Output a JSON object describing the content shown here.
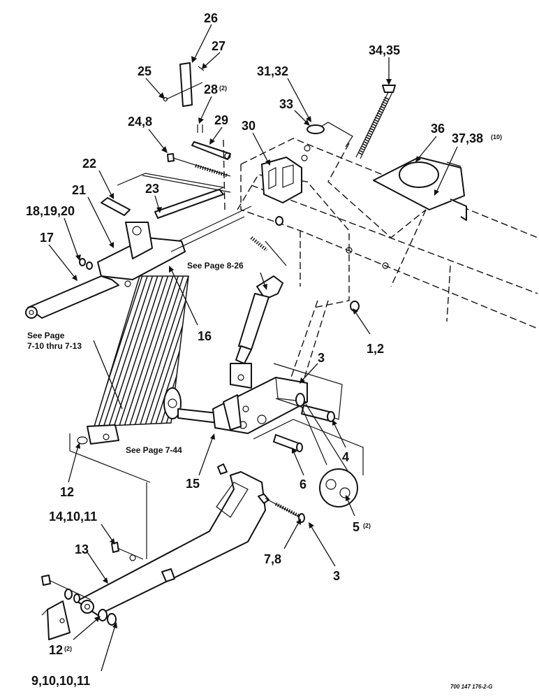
{
  "callouts": [
    {
      "id": "c26",
      "text": "26"
    },
    {
      "id": "c27",
      "text": "27"
    },
    {
      "id": "c25",
      "text": "25"
    },
    {
      "id": "c28",
      "text": "28",
      "qty": "(2)"
    },
    {
      "id": "c31",
      "text": "31,32"
    },
    {
      "id": "c34",
      "text": "34,35"
    },
    {
      "id": "c33",
      "text": "33"
    },
    {
      "id": "c24",
      "text": "24,8"
    },
    {
      "id": "c29",
      "text": "29"
    },
    {
      "id": "c30",
      "text": "30"
    },
    {
      "id": "c36",
      "text": "36"
    },
    {
      "id": "c37",
      "text": "37,38",
      "qty": "(10)"
    },
    {
      "id": "c22",
      "text": "22"
    },
    {
      "id": "c21",
      "text": "21"
    },
    {
      "id": "c23",
      "text": "23"
    },
    {
      "id": "c18",
      "text": "18,19,20"
    },
    {
      "id": "c17",
      "text": "17"
    },
    {
      "id": "c16",
      "text": "16"
    },
    {
      "id": "c1",
      "text": "1,2"
    },
    {
      "id": "c3a",
      "text": "3"
    },
    {
      "id": "c4",
      "text": "4"
    },
    {
      "id": "c15",
      "text": "15"
    },
    {
      "id": "c6",
      "text": "6"
    },
    {
      "id": "c5",
      "text": "5",
      "qty": "(2)"
    },
    {
      "id": "c12a",
      "text": "12"
    },
    {
      "id": "c14",
      "text": "14,10,11"
    },
    {
      "id": "c13",
      "text": "13"
    },
    {
      "id": "c7",
      "text": "7,8"
    },
    {
      "id": "c3b",
      "text": "3"
    },
    {
      "id": "c12b",
      "text": "12",
      "qty": "(2)"
    },
    {
      "id": "c9",
      "text": "9,10,10,11"
    }
  ],
  "references": {
    "ref_8_26": "See Page 8-26",
    "ref_7_10_line1": "See Page",
    "ref_7_10_line2": "7-10 thru 7-13",
    "ref_7_44": "See Page 7-44"
  },
  "drawing_code": "700 147 176-2-G"
}
